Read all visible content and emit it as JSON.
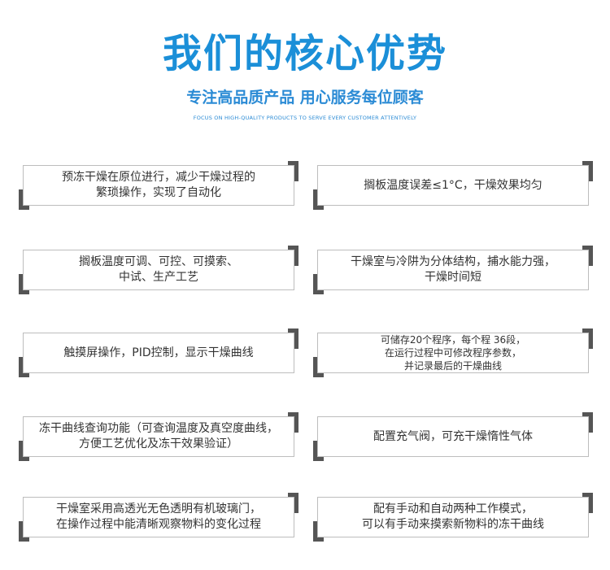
{
  "header": {
    "title": "我们的核心优势",
    "subtitle": "专注高品质产品 用心服务每位顾客",
    "tagline": "FOCUS ON HIGH-QUALITY PRODUCTS TO SERVE EVERY CUSTOMER ATTENTIVELY"
  },
  "features": [
    {
      "text": "预冻干燥在原位进行，减少干燥过程的\n繁琐操作，实现了自动化"
    },
    {
      "text": "搁板温度误差≤1°C，干燥效果均匀"
    },
    {
      "text": "搁板温度可调、可控、可摸索、\n中试、生产工艺"
    },
    {
      "text": "干燥室与冷阱为分体结构，捕水能力强，\n干燥时间短"
    },
    {
      "text": "触摸屏操作，PID控制，显示干燥曲线"
    },
    {
      "text": "可储存20个程序，每个程 36段，\n在运行过程中可修改程序参数，\n并记录最后的干燥曲线"
    },
    {
      "text": "冻干曲线查询功能（可查询温度及真空度曲线，\n方便工艺优化及冻干效果验证）"
    },
    {
      "text": "配置充气阀，可充干燥惰性气体"
    },
    {
      "text": "干燥室采用高透光无色透明有机玻璃门，\n在操作过程中能清晰观察物料的变化过程"
    },
    {
      "text": "配有手动和自动两种工作模式，\n可以有手动来摸索新物料的冻干曲线"
    }
  ],
  "colors": {
    "accent": "#1b8fd8",
    "corner": "#555555",
    "border": "#bdbdbd"
  }
}
